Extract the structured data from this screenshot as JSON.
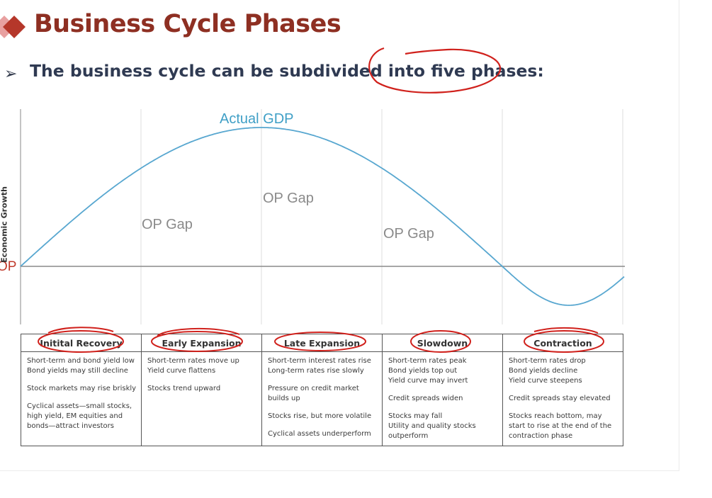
{
  "slide": {
    "title": "Business Cycle Phases",
    "bullet": "The business cycle can be subdivided into five phases:"
  },
  "chart_labels": {
    "actual_gdp": "Actual GDP",
    "op_gaps": [
      "OP Gap",
      "OP Gap",
      "OP Gap"
    ],
    "op_line": "OP",
    "y_axis": "Economic Growth"
  },
  "colors": {
    "title": "#8e2f22",
    "logo": "#c0392b",
    "curve": "#58a7d0",
    "annotation": "#d0211c",
    "gap_text": "#8a8a8a"
  },
  "phases": [
    {
      "name": "Initital Recovery",
      "items": [
        "Short-term and bond yield low\nBond yields may still decline",
        "Stock markets may rise briskly",
        "Cyclical assets—small stocks,\nhigh yield, EM equities and\nbonds—attract investors"
      ]
    },
    {
      "name": "Early Expansion",
      "items": [
        "Short-term rates move up\nYield curve flattens",
        "Stocks trend upward"
      ]
    },
    {
      "name": "Late Expansion",
      "items": [
        "Short-term interest rates rise\nLong-term rates rise slowly",
        "Pressure on credit market\nbuilds up",
        "Stocks rise, but more volatile",
        "Cyclical assets underperform"
      ]
    },
    {
      "name": "Slowdown",
      "items": [
        "Short-term rates peak\nBond yields top out\nYield curve may invert",
        "Credit spreads widen",
        "Stocks may fall\nUtility and quality stocks\noutperform"
      ]
    },
    {
      "name": "Contraction",
      "items": [
        "Short-term rates drop\nBond yields decline\nYield curve steepens",
        "Credit spreads stay elevated",
        "Stocks reach bottom, may\nstart to rise at the end of the\ncontraction phase"
      ]
    }
  ]
}
